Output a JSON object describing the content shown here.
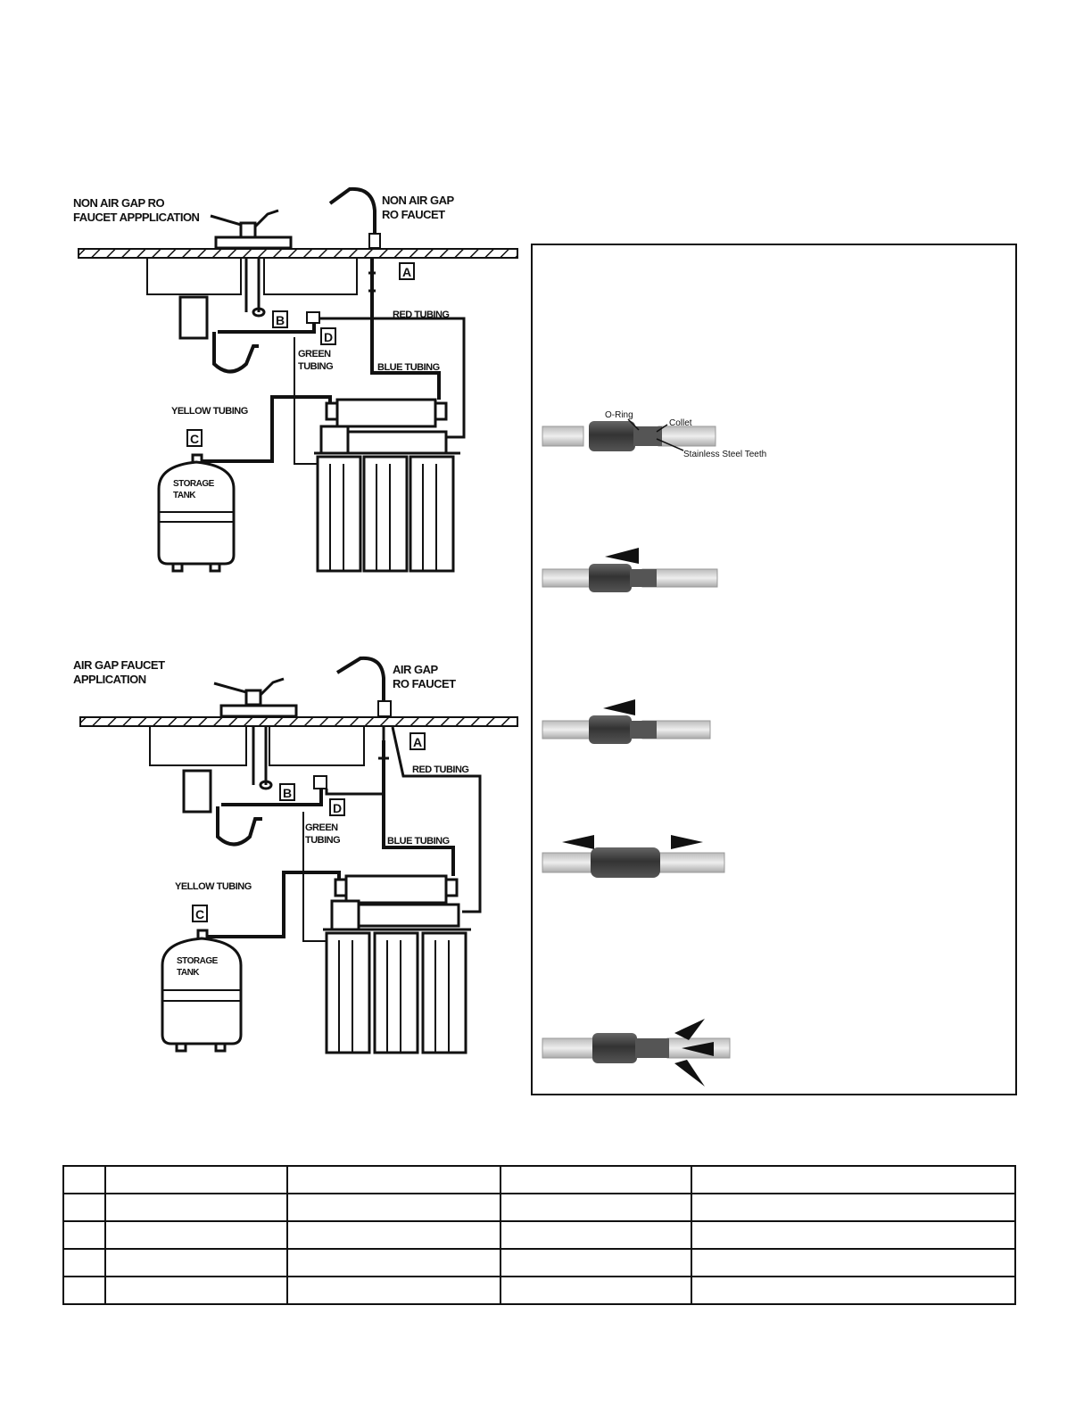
{
  "diagram_top": {
    "title_lines": [
      "NON AIR GAP  RO",
      "FAUCET  APPPLICATION"
    ],
    "faucet_lines": [
      "NON AIR GAP",
      "RO FAUCET"
    ],
    "labels": {
      "red": "RED TUBING",
      "green_1": "GREEN",
      "green_2": "TUBING",
      "blue": "BLUE TUBING",
      "yellow": "YELLOW TUBING",
      "tank_1": "STORAGE",
      "tank_2": "TANK"
    },
    "letters": [
      "A",
      "B",
      "C",
      "D"
    ]
  },
  "diagram_bottom": {
    "title_lines": [
      "AIR GAP FAUCET",
      "APPLICATION"
    ],
    "faucet_lines": [
      "AIR GAP",
      "RO FAUCET"
    ],
    "labels": {
      "red": "RED TUBING",
      "green_1": "GREEN",
      "green_2": "TUBING",
      "blue": "BLUE TUBING",
      "yellow": "YELLOW TUBING",
      "tank_1": "STORAGE",
      "tank_2": "TANK"
    },
    "letters": [
      "A",
      "B",
      "C",
      "D"
    ]
  },
  "fittings": {
    "callouts": {
      "oring": "O-Ring",
      "collet": "Collet",
      "teeth": "Stainless Steel Teeth"
    }
  },
  "table": {
    "rows": 5,
    "cols": 5
  }
}
